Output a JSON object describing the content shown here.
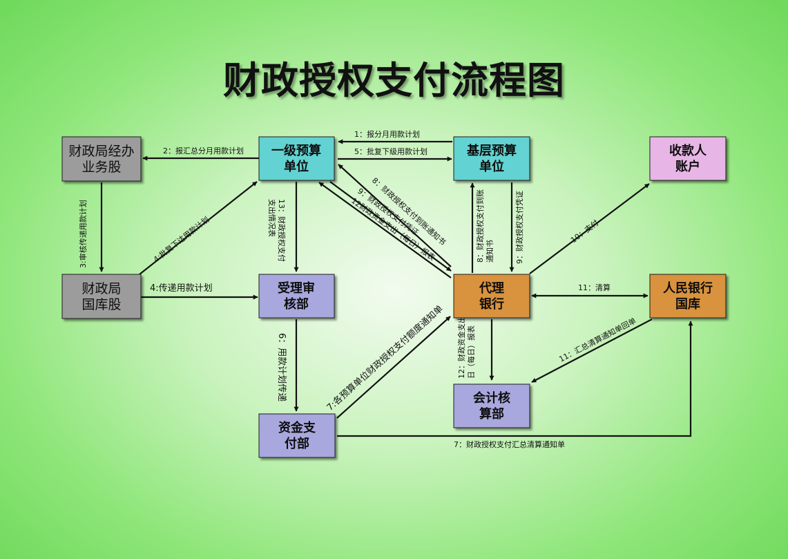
{
  "title": "财政授权支付流程图",
  "nodes": [
    {
      "id": "jingban",
      "lines": [
        "财政局经办",
        "业务股"
      ],
      "color": "#9c9c9c"
    },
    {
      "id": "guoku",
      "lines": [
        "财政局",
        "国库股"
      ],
      "color": "#9c9c9c"
    },
    {
      "id": "yiji",
      "lines": [
        "一级预算",
        "单位"
      ],
      "color": "#64d2d2"
    },
    {
      "id": "jiceng",
      "lines": [
        "基层预算",
        "单位"
      ],
      "color": "#64d2d2"
    },
    {
      "id": "shoukuan",
      "lines": [
        "收款人",
        "账户"
      ],
      "color": "#e7b6e6"
    },
    {
      "id": "shouli",
      "lines": [
        "受理审",
        "核部"
      ],
      "color": "#a8a8de"
    },
    {
      "id": "daili",
      "lines": [
        "代理",
        "银行"
      ],
      "color": "#d9923e"
    },
    {
      "id": "renmin",
      "lines": [
        "人民银行",
        "国库"
      ],
      "color": "#d9923e"
    },
    {
      "id": "kuaiji",
      "lines": [
        "会计核",
        "算部"
      ],
      "color": "#a8a8de"
    },
    {
      "id": "zijin",
      "lines": [
        "资金支",
        "付部"
      ],
      "color": "#a8a8de"
    }
  ],
  "edges": [
    {
      "id": "e1",
      "label": "1：报分月用款计划"
    },
    {
      "id": "e2",
      "label": "2：报汇总分月用款计划"
    },
    {
      "id": "e5",
      "label": "5：批复下级用款计划"
    },
    {
      "id": "e3",
      "label": "3:审核传递用款计划"
    },
    {
      "id": "e4a",
      "label": "4:批复下达用款计划"
    },
    {
      "id": "e4b",
      "label": "4:传递用款计划"
    },
    {
      "id": "e13",
      "label": "13：财政授权支付支出情况表"
    },
    {
      "id": "e8a",
      "label": "8：财政授权支付到账通知书"
    },
    {
      "id": "e9a",
      "label": "9：财政授权支付凭证"
    },
    {
      "id": "e12a",
      "label": "12财政资金支出（每日）报表"
    },
    {
      "id": "e8b",
      "label": "8：财政授权支付到账通知书"
    },
    {
      "id": "e9b",
      "label": "9：财政授权支付凭证"
    },
    {
      "id": "e10",
      "label": "10：支付"
    },
    {
      "id": "e11a",
      "label": "11：清算"
    },
    {
      "id": "e6",
      "label": "6：用款计划传递"
    },
    {
      "id": "e7a",
      "label": "7:各预算单位财政授权支付额度通知单"
    },
    {
      "id": "e12b",
      "label": "12：财政资金支出日（每日）报表"
    },
    {
      "id": "e11b",
      "label": "11：汇总清算通知单回单"
    },
    {
      "id": "e7b",
      "label": "7：财政授权支付汇总清算通知单"
    }
  ]
}
